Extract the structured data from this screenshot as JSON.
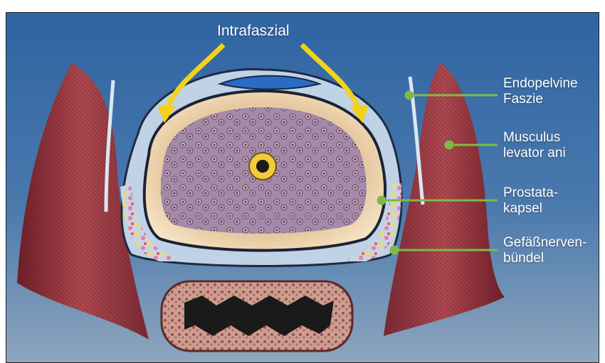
{
  "diagram": {
    "title": "Intrafaszial",
    "labels": [
      {
        "id": "endopelvine-faszie",
        "text": "Endopelvine\nFaszie"
      },
      {
        "id": "musculus-levator-ani",
        "text": "Musculus\nlevator ani"
      },
      {
        "id": "prostatakapsel",
        "text": "Prostata-\nkapsel"
      },
      {
        "id": "gefaessnervenbuendel",
        "text": "Gefäßnerven-\nbündel"
      }
    ]
  },
  "colors": {
    "background_top": "#3a6fa8",
    "background_bottom": "#7f9bb8",
    "leader_line": "#7dbb45",
    "arrow": "#f2d21b",
    "muscle": "#a83e46",
    "capsule": "#ecd3ad",
    "tissue": "#9a7fa3",
    "rectum": "#b76565"
  }
}
